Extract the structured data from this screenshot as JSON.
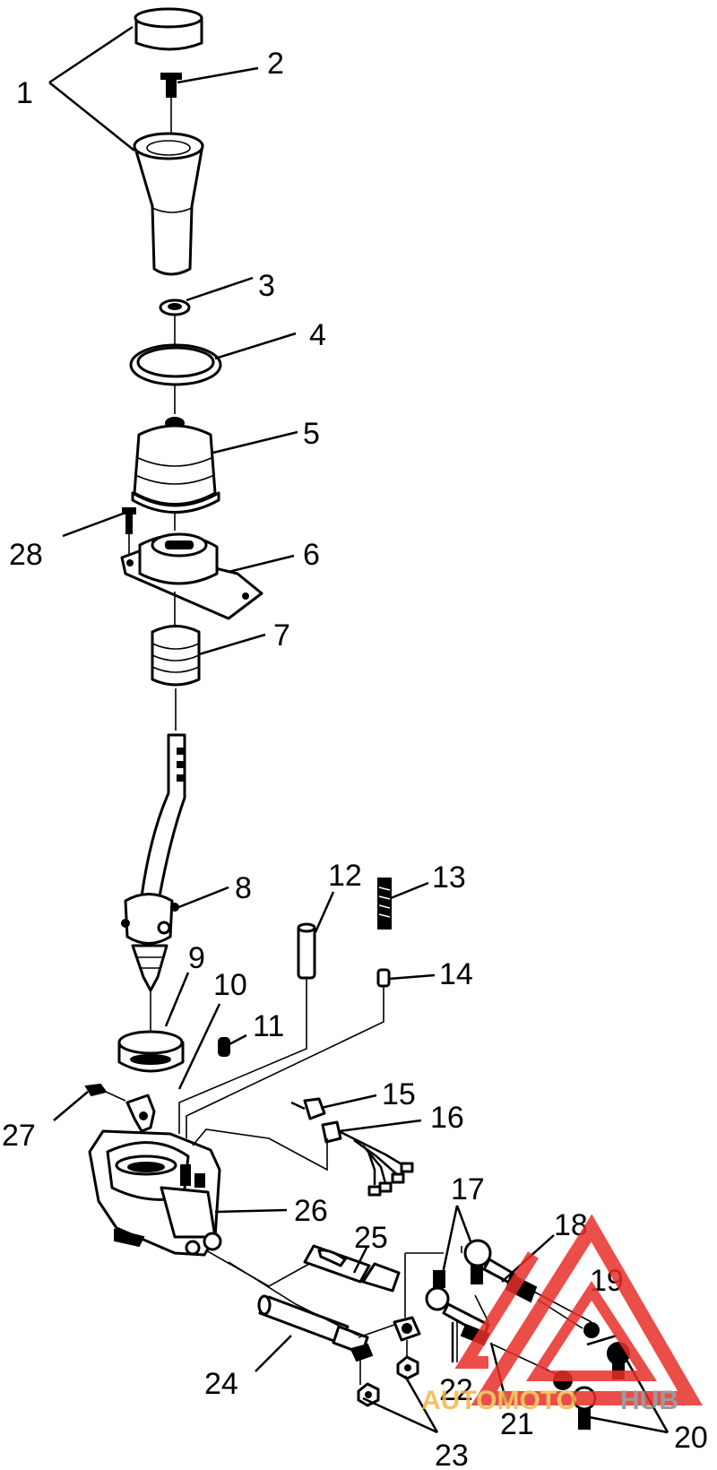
{
  "labels": {
    "l1": "1",
    "l2": "2",
    "l3": "3",
    "l4": "4",
    "l5": "5",
    "l6": "6",
    "l7": "7",
    "l8": "8",
    "l9": "9",
    "l10": "10",
    "l11": "11",
    "l12": "12",
    "l13": "13",
    "l14": "14",
    "l15": "15",
    "l16": "16",
    "l17": "17",
    "l18": "18",
    "l19": "19",
    "l20": "20",
    "l21": "21",
    "l22": "22",
    "l23": "23",
    "l24": "24",
    "l25": "25",
    "l26": "26",
    "l27": "27",
    "l28": "28"
  },
  "watermark": {
    "auto": "AUTOMOTO",
    "hub": "HUB",
    "accent_color": "#e8302a",
    "auto_color": "#f3b74a",
    "hub_color": "#8a8a8a"
  }
}
